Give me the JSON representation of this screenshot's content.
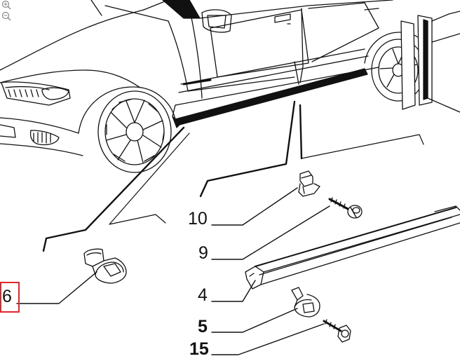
{
  "controls": {
    "zoom_in_icon": "zoom-in-icon",
    "zoom_out_icon": "zoom-out-icon"
  },
  "callouts": {
    "part_6": "6",
    "part_10": "10",
    "part_9": "9",
    "part_4": "4",
    "part_5": "5",
    "part_15": "15"
  },
  "colors": {
    "line": "#111111",
    "highlight": "#e0262b",
    "background": "#ffffff"
  }
}
